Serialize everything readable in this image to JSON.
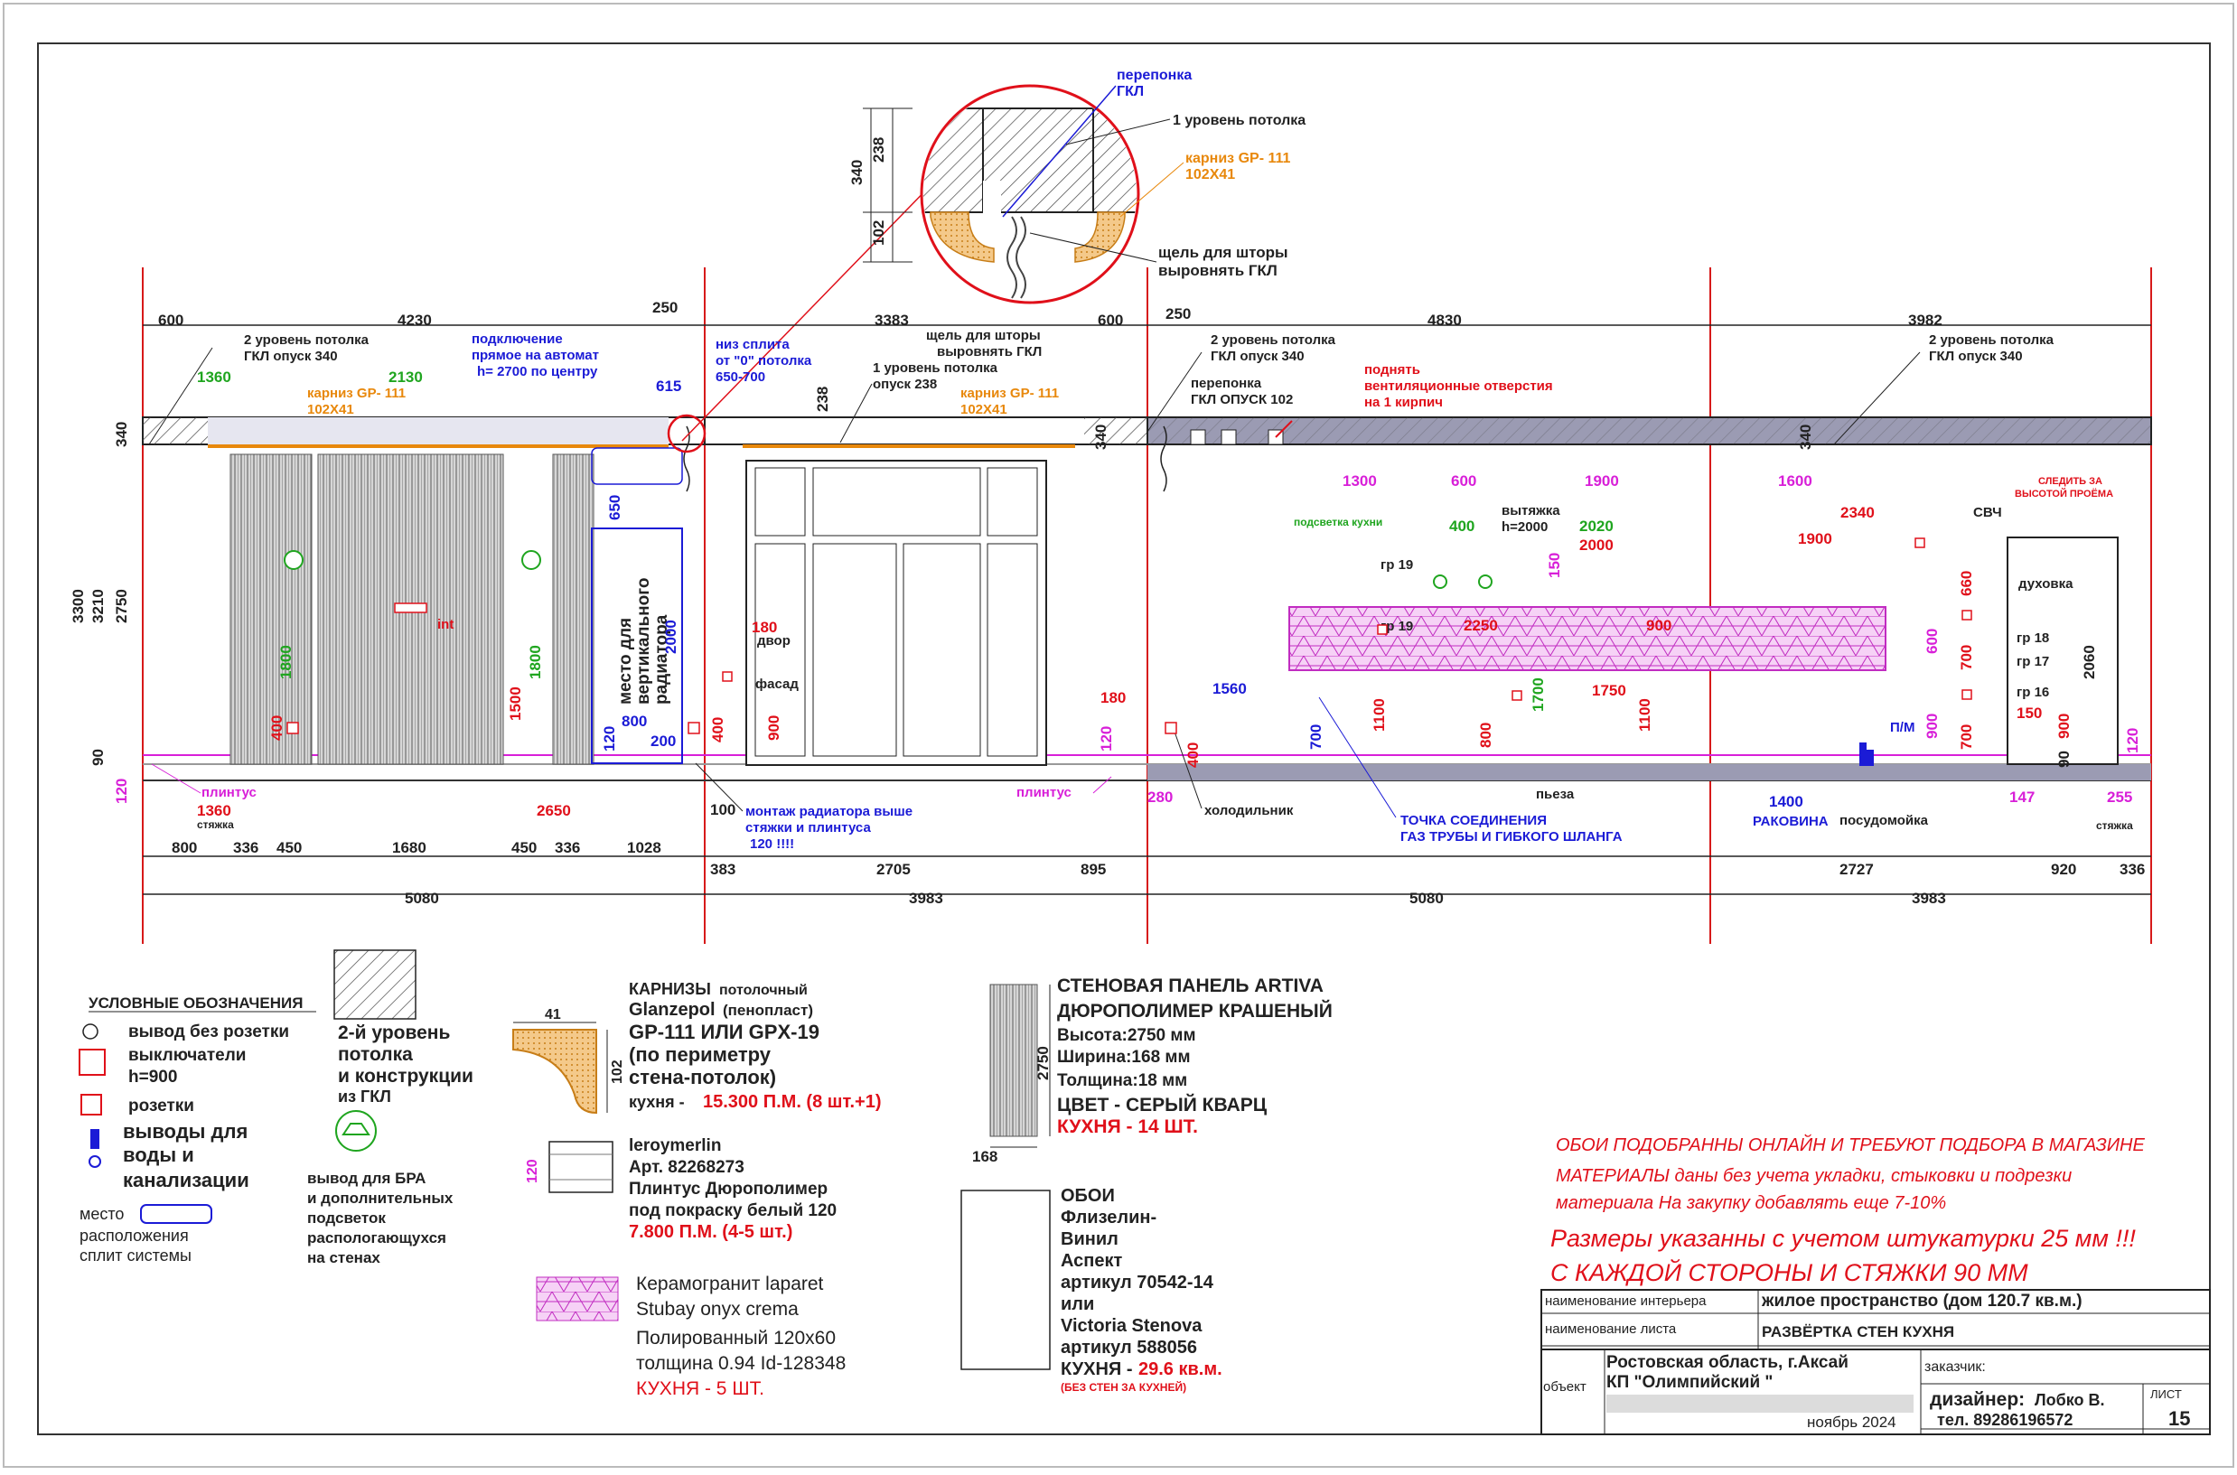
{
  "colors": {
    "line": "#222222",
    "blue": "#1b1bd6",
    "red": "#e0101a",
    "green": "#1fa51f",
    "magenta": "#d81fd8",
    "orange": "#e8880c",
    "ceiling": "#9b9bb3"
  },
  "icons": [
    "socket-icon",
    "switch-icon",
    "outlet-icon",
    "water-outlet-icon",
    "lamp-icon",
    "split-system-icon"
  ],
  "detail": {
    "peremychka": "перепонка",
    "gkl": "ГКЛ",
    "level1": "1 уровень потолка",
    "karniz": "карниз GP- 111",
    "karniz_size": "102Х41",
    "gap1": "щель для шторы",
    "gap2": "выровнять ГКЛ",
    "d340": "340",
    "d238": "238",
    "d102": "102"
  },
  "top_dims": [
    "600",
    "4230",
    "250",
    "3383",
    "600",
    "250",
    "4830",
    "3982"
  ],
  "notes": {
    "lvl2_a1": "2 уровень потолка",
    "lvl2_a2": "ГКЛ опуск 340",
    "podkl1": "подключение",
    "podkl2": "прямое на автомат",
    "podkl3": "h= 2700 по центру",
    "split1": "низ сплита",
    "split2": "от \"0\" потолка",
    "split3": "650-700",
    "gap1": "щель для шторы",
    "gap2": "выровнять ГКЛ",
    "lvl1_1": "1 уровень потолка",
    "lvl1_2": "опуск 238",
    "karniz": "карниз GP- 111",
    "karniz_size": "102Х41",
    "lvl2_b1": "2 уровень потолка",
    "lvl2_b2": "ГКЛ опуск 340",
    "perep1": "перепонка",
    "perep2": "ГКЛ ОПУСК 102",
    "vent1": "поднять",
    "vent2": "вентиляционные  отверстия",
    "vent3": "на 1 кирпич",
    "lvl2_c1": "2 уровень потолка",
    "lvl2_c2": "ГКЛ опуск 340",
    "radiator1": "место для",
    "radiator2": "вертикального",
    "radiator3": "радиатора",
    "radmont1": "монтаж радиатора выше",
    "radmont2": "стяжки и плинтуса",
    "radmont3": "120 !!!!",
    "int": "int",
    "dvor": "двор",
    "fasad": "фасад",
    "plintus": "плинтус",
    "styazhka": "стяжка",
    "holod": "холодильник",
    "gas1": "ТОЧКА СОЕДИНЕНИЯ",
    "gas2": "ГАЗ ТРУБЫ И ГИБКОГО ШЛАНГА",
    "pieza": "пьеза",
    "rakovina": "РАКОВИНА",
    "posud": "посудомойка",
    "pm": "П/М",
    "podsvet": "подсветка кухни",
    "vytyazhka1": "вытяжка",
    "vytyazhka2": "h=2000",
    "gr19a": "гр 19",
    "gr19b": "гр 19",
    "svch": "СВЧ",
    "duhovka": "духовка",
    "gr18": "гр 18",
    "gr17": "гр 17",
    "gr16": "гр 16",
    "sledit1": "СЛЕДИТЬ ЗА",
    "sledit2": "ВЫСОТОЙ ПРОЁМА"
  },
  "dims": {
    "h3300": "3300",
    "h3210": "3210",
    "h2750": "2750",
    "h340": "340",
    "h90": "90",
    "h120": "120",
    "g1360": "1360",
    "g2130": "2130",
    "g1800a": "1800",
    "g1800b": "1800",
    "r400a": "400",
    "r1500": "1500",
    "r1360": "1360",
    "r2650": "2650",
    "b615": "615",
    "b650": "650",
    "b2000": "2000",
    "b800": "800",
    "b200": "200",
    "b120": "120",
    "r400b": "400",
    "d100": "100",
    "d238": "238",
    "d340": "340",
    "d340b": "340",
    "r180": "180",
    "r900": "900",
    "m120": "120",
    "r180b": "180",
    "b1560": "1560",
    "b700": "700",
    "r400c": "400",
    "m280": "280",
    "m1300": "1300",
    "m600": "600",
    "m1900": "1900",
    "m1600": "1600",
    "g400": "400",
    "g2020": "2020",
    "r2000": "2000",
    "r2340": "2340",
    "r1900": "1900",
    "m150": "150",
    "r2250": "2250",
    "r900b": "900",
    "r1100a": "1100",
    "r800": "800",
    "g1700": "1700",
    "r1750": "1750",
    "r1100b": "1100",
    "r660": "660",
    "m600b": "600",
    "r700a": "700",
    "r700b": "700",
    "r150": "150",
    "r900c": "900",
    "m900": "900",
    "k2060": "2060",
    "k90": "90",
    "m120b": "120",
    "m147": "147",
    "m255": "255",
    "b1400": "1400"
  },
  "bottom_dims": [
    "800",
    "336",
    "450",
    "1680",
    "450",
    "336",
    "1028",
    "383",
    "2705",
    "895",
    "2727",
    "920",
    "336"
  ],
  "wall_dims": [
    "5080",
    "3983",
    "5080",
    "3983"
  ],
  "legend": {
    "title": "УСЛОВНЫЕ ОБОЗНАЧЕНИЯ",
    "item1": "вывод без розетки",
    "item2a": "выключатели",
    "item2b": "h=900",
    "item3": "розетки",
    "item4a": "выводы для",
    "item4b": "воды и",
    "item4c": "канализации",
    "item5a": "место",
    "item5b": "расположения",
    "item5c": "сплит системы",
    "gkl1": "2-й уровень",
    "gkl2": "потолка",
    "gkl3": "и конструкции",
    "gkl4": "из ГКЛ",
    "bra1": "вывод для БРА",
    "bra2": "и дополнительных",
    "bra3": "подсветок",
    "bra4": "распологающухся",
    "bra5": "на стенах"
  },
  "karniz_block": {
    "l1a": "КАРНИЗЫ",
    "l1b": "потолочный",
    "l2a": "Glanzepol",
    "l2b": "(пенопласт)",
    "l3": "GP-111 ИЛИ GPX-19",
    "l4": "(по периметру",
    "l5": "стена-потолок)",
    "l6a": "кухня -",
    "l6b": "15.300 П.М. (8 шт.+1)",
    "w": "41",
    "h": "102"
  },
  "plintus_block": {
    "l1": "leroymerlin",
    "l2": "Арт. 82268273",
    "l3": "Плинтус  Дюрополимер",
    "l4": "под покраску белый 120",
    "l5": "7.800 П.М. (4-5 шт.)",
    "h": "120"
  },
  "ceramic_block": {
    "l1": "Керамогранит laparet",
    "l2": "Stubay onyx crema",
    "l3": "Полированный 120х60",
    "l4": "толщина 0.94  Id-128348",
    "l5": "КУХНЯ - 5 ШТ."
  },
  "panel_block": {
    "l1": "СТЕНОВАЯ ПАНЕЛЬ ARTIVA",
    "l2": "ДЮРОПОЛИМЕР КРАШЕНЫЙ",
    "l3": "Высота:2750 мм",
    "l4": "Ширина:168 мм",
    "l5": "Толщина:18 мм",
    "l6": "ЦВЕТ - СЕРЫЙ КВАРЦ",
    "l7": "КУХНЯ - 14 ШТ.",
    "h": "2750",
    "w": "168"
  },
  "wallpaper_block": {
    "l1": "ОБОИ",
    "l2": "Флизелин-",
    "l3": "Винил",
    "l4": "Аспект",
    "l5": "артикул 70542-14",
    "l6": "или",
    "l7": "Victoria Stenova",
    "l8": "артикул 588056",
    "l9a": "КУХНЯ -",
    "l9b": "29.6 кв.м.",
    "l10": "(БЕЗ СТЕН ЗА КУХНЕЙ)"
  },
  "notes_right": {
    "n1": "ОБОИ ПОДОБРАННЫ ОНЛАЙН И ТРЕБУЮТ ПОДБОРА В МАГАЗИНЕ",
    "n2": "МАТЕРИАЛЫ  даны без учета укладки, стыковки и подрезки",
    "n3": "материала На закупку добавлять еще 7-10%",
    "n4": "Размеры указанны  с учетом штукатурки 25 мм !!!",
    "n5": "С КАЖДОЙ СТОРОНЫ  И СТЯЖКИ 90 ММ"
  },
  "stamp": {
    "int_label": "наименование интерьера",
    "int_value": "жилое пространство (дом 120.7 кв.м.)",
    "sheet_label": "наименование листа",
    "sheet_value": "РАЗВЁРТКА СТЕН КУХНЯ",
    "obj_label": "объект",
    "obj_v1": "Ростовская область, г.Аксай",
    "obj_v2": "КП \"Олимпийский \"",
    "customer_label": "заказчик:",
    "designer_label": "дизайнер:",
    "designer_name": "Лобко В.",
    "phone": "тел. 89286196572",
    "date": "ноябрь 2024",
    "list_label": "ЛИСТ",
    "list_value": "15"
  }
}
